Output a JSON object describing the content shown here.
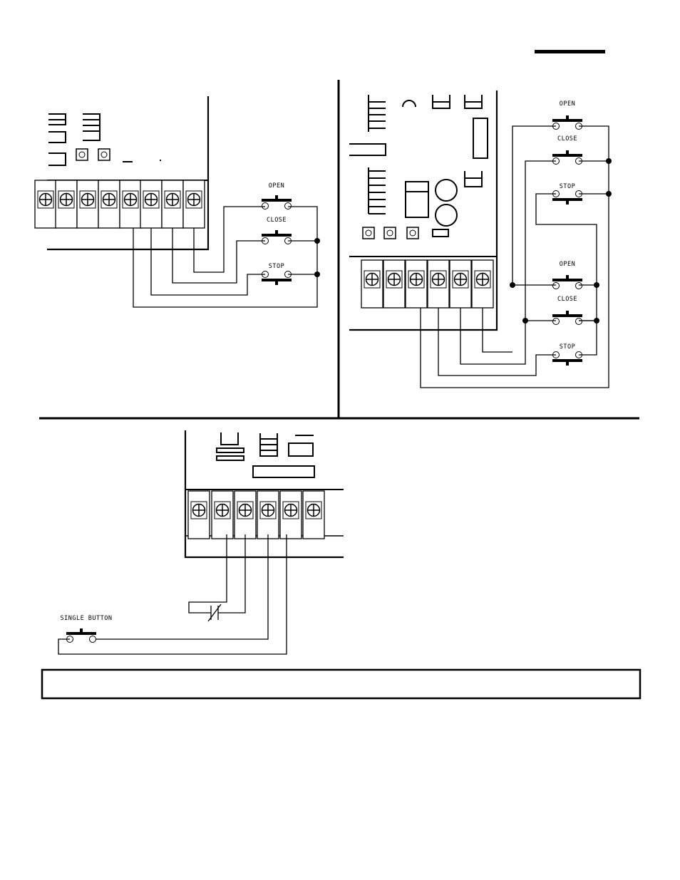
{
  "panels": {
    "top_left": {
      "switches": [
        {
          "label": "OPEN"
        },
        {
          "label": "CLOSE"
        },
        {
          "label": "STOP"
        }
      ]
    },
    "top_right": {
      "station_a": [
        {
          "label": "OPEN"
        },
        {
          "label": "CLOSE"
        },
        {
          "label": "STOP"
        }
      ],
      "station_b": [
        {
          "label": "OPEN"
        },
        {
          "label": "CLOSE"
        },
        {
          "label": "STOP"
        }
      ]
    },
    "bottom": {
      "switch": {
        "label": "SINGLE BUTTON"
      }
    }
  },
  "note_box": {
    "text": ""
  },
  "colors": {
    "ink": "#000000",
    "paper": "#ffffff"
  }
}
